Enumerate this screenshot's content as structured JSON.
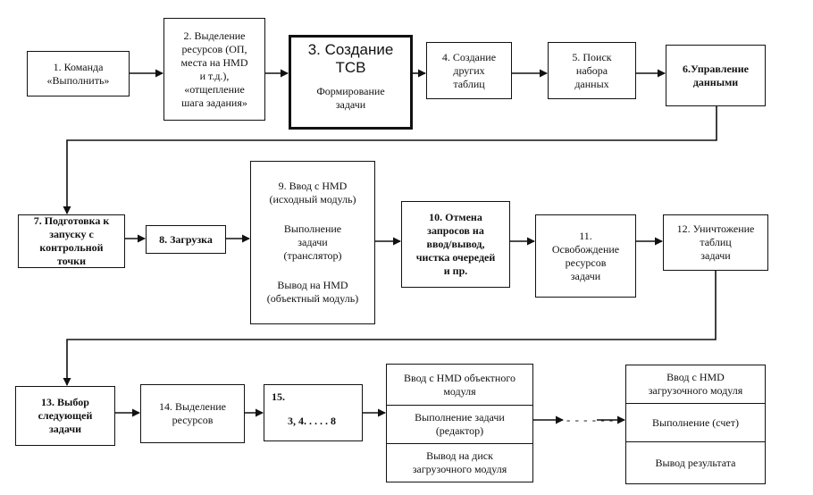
{
  "nodes": {
    "b1": {
      "lines": [
        "1. Команда",
        "«Выполнить»"
      ]
    },
    "b2": {
      "lines": [
        "2. Выделение",
        "ресурсов (ОП,",
        "места на НМD",
        "и т.д.),",
        "«отщепление",
        "шага задания»"
      ]
    },
    "b3": {
      "title": "3. Создание\nТСВ",
      "sub": "Формирование\nзадачи"
    },
    "b4": {
      "lines": [
        "4. Создание",
        "других",
        "таблиц"
      ]
    },
    "b5": {
      "lines": [
        "5. Поиск",
        "набора",
        "данных"
      ]
    },
    "b6": {
      "lines": [
        "6.Управление",
        "данными"
      ]
    },
    "b7": {
      "lines": [
        "7. Подготовка к",
        "запуску с",
        "контрольной",
        "точки"
      ]
    },
    "b8": {
      "lines": [
        "8. Загрузка"
      ]
    },
    "b9": {
      "p1": "9. Ввод с НМD\n(исходный модуль)",
      "p2": "Выполнение\nзадачи\n(транслятор)",
      "p3": "Вывод на НМD\n(объектный модуль)"
    },
    "b10": {
      "lines": [
        "10. Отмена",
        "запросов на",
        "ввод/вывод,",
        "чистка очередей",
        "и пр."
      ]
    },
    "b11": {
      "lines": [
        "11.",
        "Освобождение",
        "ресурсов",
        "задачи"
      ]
    },
    "b12": {
      "lines": [
        "12. Уничтожение",
        "таблиц",
        "задачи"
      ]
    },
    "b13": {
      "lines": [
        "13. Выбор",
        "следующей",
        "задачи"
      ]
    },
    "b14": {
      "lines": [
        "14. Выделение",
        "ресурсов"
      ]
    },
    "b15": {
      "title": "15.",
      "sub": "3, 4. . . . . 8"
    },
    "b16": {
      "rows": [
        "Ввод с НМD объектного\nмодуля",
        "Выполнение задачи\n(редактор)",
        "Вывод на диск\nзагрузочного модуля"
      ]
    },
    "b17": {
      "rows": [
        "Ввод с НМD\nзагрузочного модуля",
        "Выполнение (счет)",
        "Вывод результата"
      ]
    },
    "ellipsis": "- - - - - -"
  }
}
